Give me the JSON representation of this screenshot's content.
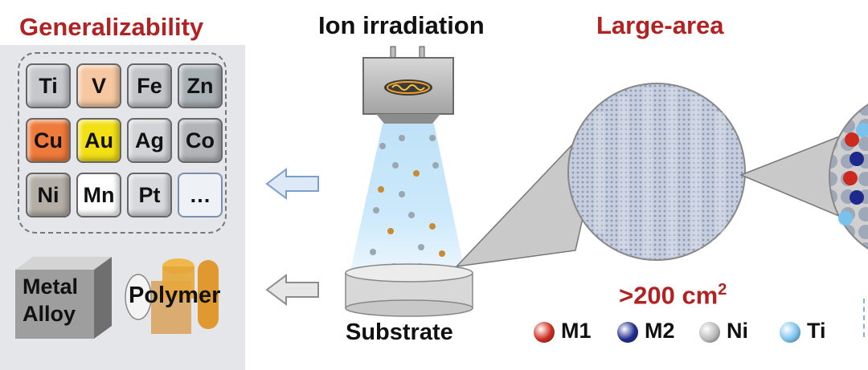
{
  "titles": {
    "generalizability": "Generalizability",
    "ion_irradiation": "Ion irradiation",
    "large_area": "Large-area"
  },
  "elements": [
    {
      "symbol": "Ti",
      "color": "#c7c8cc"
    },
    {
      "symbol": "V",
      "color": "#f6c7a0"
    },
    {
      "symbol": "Fe",
      "color": "#c4c5c9"
    },
    {
      "symbol": "Zn",
      "color": "#a9b0b4"
    },
    {
      "symbol": "Cu",
      "color": "#ee7a3c"
    },
    {
      "symbol": "Au",
      "color": "#f2df16"
    },
    {
      "symbol": "Ag",
      "color": "#d2d3d6"
    },
    {
      "symbol": "Co",
      "color": "#b2b4b7"
    },
    {
      "symbol": "Ni",
      "color": "#b3afa6"
    },
    {
      "symbol": "Mn",
      "color": "#ffffff"
    },
    {
      "symbol": "Pt",
      "color": "#d8d9dc"
    },
    {
      "symbol": "…",
      "color": "#eef1f6"
    }
  ],
  "substrates": {
    "metal_alloy_line1": "Metal",
    "metal_alloy_line2": "Alloy",
    "polymer": "Polymer"
  },
  "labels": {
    "substrate": "Substrate",
    "area_prefix": ">200 cm",
    "area_sup": "2"
  },
  "legend": [
    {
      "label": "M1",
      "color": "#cc2a1e"
    },
    {
      "label": "M2",
      "color": "#1d2a8c"
    },
    {
      "label": "Ni",
      "color": "#b8b8b8"
    },
    {
      "label": "Ti",
      "color": "#78c2ec"
    }
  ]
}
